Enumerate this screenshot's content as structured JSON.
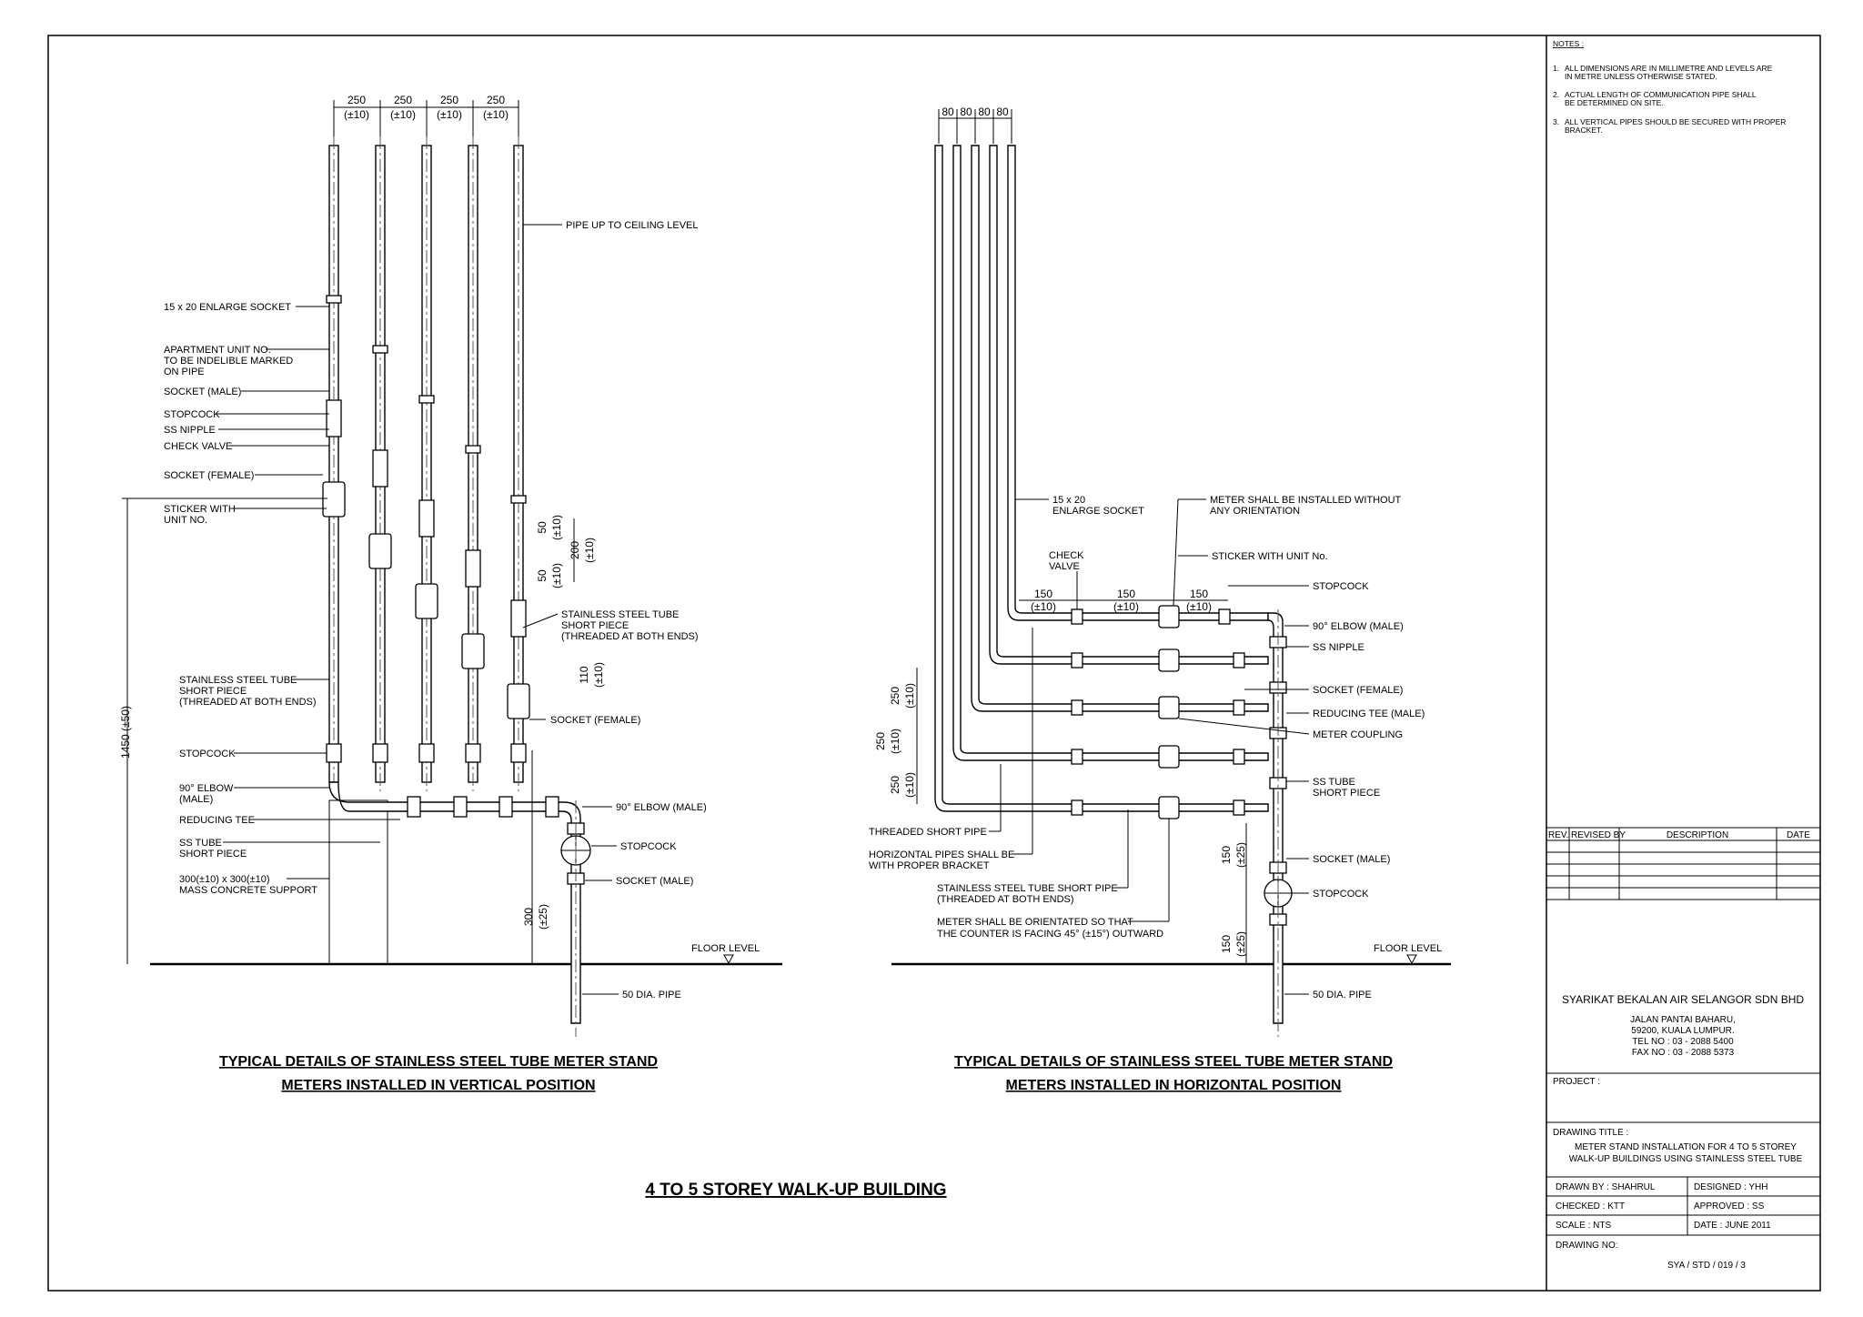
{
  "notes": {
    "heading": "NOTES :",
    "items": [
      {
        "no": "1.",
        "l1": "ALL DIMENSIONS ARE IN MILLIMETRE AND LEVELS ARE",
        "l2": "IN METRE UNLESS OTHERWISE STATED."
      },
      {
        "no": "2.",
        "l1": "ACTUAL LENGTH OF COMMUNICATION PIPE SHALL",
        "l2": "BE DETERMINED ON SITE."
      },
      {
        "no": "3.",
        "l1": "ALL VERTICAL PIPES SHOULD BE SECURED WITH PROPER",
        "l2": "BRACKET."
      }
    ]
  },
  "revision_table": {
    "headers": [
      "REV.",
      "REVISED BY",
      "DESCRIPTION",
      "DATE"
    ]
  },
  "company": {
    "name": "SYARIKAT BEKALAN AIR SELANGOR SDN BHD",
    "addr1": "JALAN PANTAI BAHARU,",
    "addr2": "59200, KUALA LUMPUR.",
    "tel": "TEL NO : 03 - 2088 5400",
    "fax": "FAX NO : 03 - 2088 5373"
  },
  "project_label": "PROJECT :",
  "drawing_title": {
    "label": "DRAWING TITLE :",
    "line1": "METER STAND INSTALLATION FOR 4 TO 5 STOREY",
    "line2": "WALK-UP BUILDINGS USING STAINLESS STEEL TUBE"
  },
  "info": {
    "drawn_by": "DRAWN BY : SHAHRUL",
    "designed": "DESIGNED :  YHH",
    "checked": "CHECKED :  KTT",
    "approved": "APPROVED :  SS",
    "scale": "SCALE : NTS",
    "date": "DATE :   JUNE 2011",
    "drawing_no_label": "DRAWING NO:",
    "drawing_no": "SYA / STD / 019 / 3"
  },
  "main_title": "4 TO 5 STOREY WALK-UP BUILDING",
  "left": {
    "title1": "TYPICAL DETAILS OF STAINLESS STEEL TUBE METER STAND",
    "title2": "METERS INSTALLED IN VERTICAL POSITION",
    "spacing_dims": [
      "250",
      "250",
      "250",
      "250"
    ],
    "spacing_tol": "(±10)",
    "labels": {
      "pipe_up": "PIPE UP TO CEILING LEVEL",
      "enlarge_socket": "15 x 20 ENLARGE SOCKET",
      "apt1": "APARTMENT UNIT NO.",
      "apt2": "TO BE INDELIBLE MARKED",
      "apt3": "ON PIPE",
      "socket_male": "SOCKET (MALE)",
      "stopcock": "STOPCOCK",
      "ss_nipple": "SS NIPPLE",
      "check_valve": "CHECK VALVE",
      "socket_female": "SOCKET (FEMALE)",
      "sticker1": "STICKER WITH",
      "sticker2": "UNIT NO.",
      "sst1": "STAINLESS STEEL TUBE",
      "sst2": "SHORT PIECE",
      "sst3": "(THREADED AT BOTH ENDS)",
      "stopcock2": "STOPCOCK",
      "elbow1": "90° ELBOW",
      "elbow2": "(MALE)",
      "reducing_tee": "REDUCING TEE",
      "ss_tube1": "SS TUBE",
      "ss_tube2": "SHORT PIECE",
      "conc1": "300(±10) x 300(±10)",
      "conc2": "MASS CONCRETE SUPPORT",
      "sst_r1": "STAINLESS STEEL TUBE",
      "sst_r2": "SHORT PIECE",
      "sst_r3": "(THREADED AT BOTH ENDS)",
      "socket_female_r": "SOCKET (FEMALE)",
      "elbow_r": "90° ELBOW (MALE)",
      "stopcock_r": "STOPCOCK",
      "socket_male_r": "SOCKET (MALE)",
      "floor_level": "FLOOR LEVEL",
      "pipe50": "50 DIA. PIPE"
    },
    "dims": {
      "h1450": "1450 (±50)",
      "d50a": "50",
      "t50a": "(±10)",
      "d200": "200",
      "t200": "(±10)",
      "d50b": "50",
      "t50b": "(±10)",
      "d110": "110",
      "t110": "(±10)",
      "d300": "300",
      "t300": "(±25)"
    }
  },
  "right": {
    "title1": "TYPICAL DETAILS OF STAINLESS STEEL TUBE METER STAND",
    "title2": "METERS INSTALLED IN HORIZONTAL POSITION",
    "spacing_dims": [
      "80",
      "80",
      "80",
      "80"
    ],
    "labels": {
      "enlarge1": "15 x 20",
      "enlarge2": "ENLARGE SOCKET",
      "meter_orient1": "METER SHALL BE INSTALLED WITHOUT",
      "meter_orient2": "ANY ORIENTATION",
      "check1": "CHECK",
      "check2": "VALVE",
      "sticker": "STICKER WITH UNIT No.",
      "stopcock": "STOPCOCK",
      "elbow": "90° ELBOW (MALE)",
      "ss_nipple": "SS NIPPLE",
      "socket_female": "SOCKET (FEMALE)",
      "reducing_tee": "REDUCING TEE (MALE)",
      "meter_coupling": "METER COUPLING",
      "ss_tube1": "SS TUBE",
      "ss_tube2": "SHORT PIECE",
      "socket_male": "SOCKET (MALE)",
      "stopcock2": "STOPCOCK",
      "threaded": "THREADED SHORT PIPE",
      "horiz1": "HORIZONTAL PIPES SHALL BE",
      "horiz2": "WITH PROPER BRACKET",
      "sstsp1": "STAINLESS STEEL TUBE SHORT PIPE",
      "sstsp2": "(THREADED AT BOTH ENDS)",
      "orient1": "METER SHALL BE ORIENTATED SO THAT",
      "orient2": "THE COUNTER IS FACING 45° (±15°) OUTWARD",
      "floor_level": "FLOOR LEVEL",
      "pipe50": "50 DIA. PIPE"
    },
    "dims": {
      "d150a": "150",
      "d150b": "150",
      "d150c": "150",
      "tol10": "(±10)",
      "v250a": "250",
      "v250b": "250",
      "v250c": "250",
      "v150a": "150",
      "v150b": "150",
      "tol25": "(±25)"
    }
  }
}
